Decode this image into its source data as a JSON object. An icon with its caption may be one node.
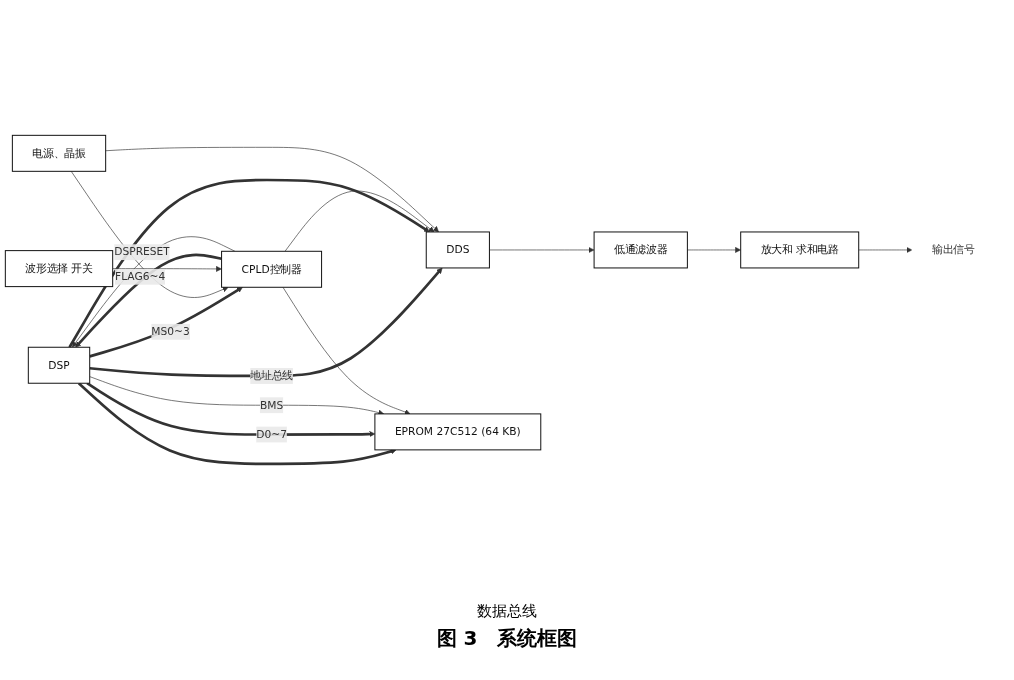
{
  "diagram": {
    "caption": "图 3　系统框图",
    "nodes": [
      {
        "text": [
          "DSP"
        ]
      },
      {
        "text": [
          "DDS"
        ]
      },
      {
        "text": [
          "低通滤波器"
        ]
      },
      {
        "text": [
          "放大和 求和电路"
        ]
      },
      {
        "text": [
          "电源、晶振"
        ]
      },
      {
        "text": [
          "CPLD控制器"
        ]
      },
      {
        "text": [
          "波形选择 开关"
        ]
      },
      {
        "text": [
          "EPROM 27C512 (64 KB)"
        ]
      },
      {
        "text": [
          "输出信号"
        ]
      }
    ],
    "edges": [
      {
        "from": 0,
        "to": 1,
        "arrow": "to",
        "label": "地址总线",
        "style": "thick"
      },
      {
        "from": 0,
        "to": 7,
        "arrow": "to",
        "style": "thick"
      },
      {
        "from": 0,
        "to": 1,
        "arrow": "to",
        "style": "thick"
      },
      {
        "from": 0,
        "to": 7,
        "arrow": "to",
        "label": "D0~7",
        "style": "thick"
      },
      {
        "from": 5,
        "to": 0,
        "arrow": "to",
        "label": "FLAG6~4",
        "style": "thick"
      },
      {
        "from": 0,
        "to": 5,
        "arrow": "to",
        "label": "MS0~3",
        "style": "thick"
      },
      {
        "from": 5,
        "to": 0,
        "arrow": "to",
        "label": "DSPRESET"
      },
      {
        "from": 0,
        "to": 7,
        "arrow": "to",
        "label": "BMS"
      },
      {
        "from": 5,
        "to": 1,
        "arrow": "to"
      },
      {
        "from": 4,
        "to": 1,
        "arrow": "to"
      },
      {
        "from": 4,
        "to": 5,
        "arrow": "to"
      },
      {
        "from": 6,
        "to": 5,
        "arrow": "to"
      },
      {
        "from": 5,
        "to": 7,
        "arrow": "to"
      },
      {
        "from": 1,
        "to": 2,
        "arrow": "to"
      },
      {
        "from": 2,
        "to": 3,
        "arrow": "to"
      },
      {
        "from": 3,
        "to": 8,
        "arrow": "to"
      }
    ],
    "labels": [
      "数据总线"
    ]
  }
}
